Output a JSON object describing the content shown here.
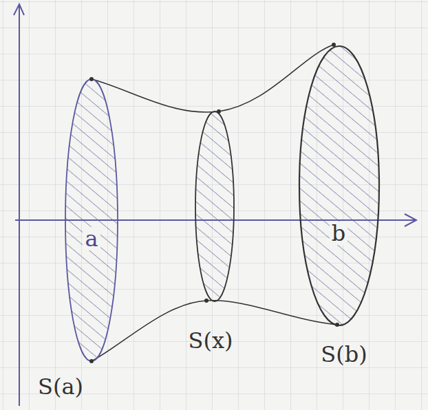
{
  "diagram": {
    "labels": [
      "a",
      "S(a)",
      "S(x)",
      "b",
      "S(b)"
    ]
  }
}
